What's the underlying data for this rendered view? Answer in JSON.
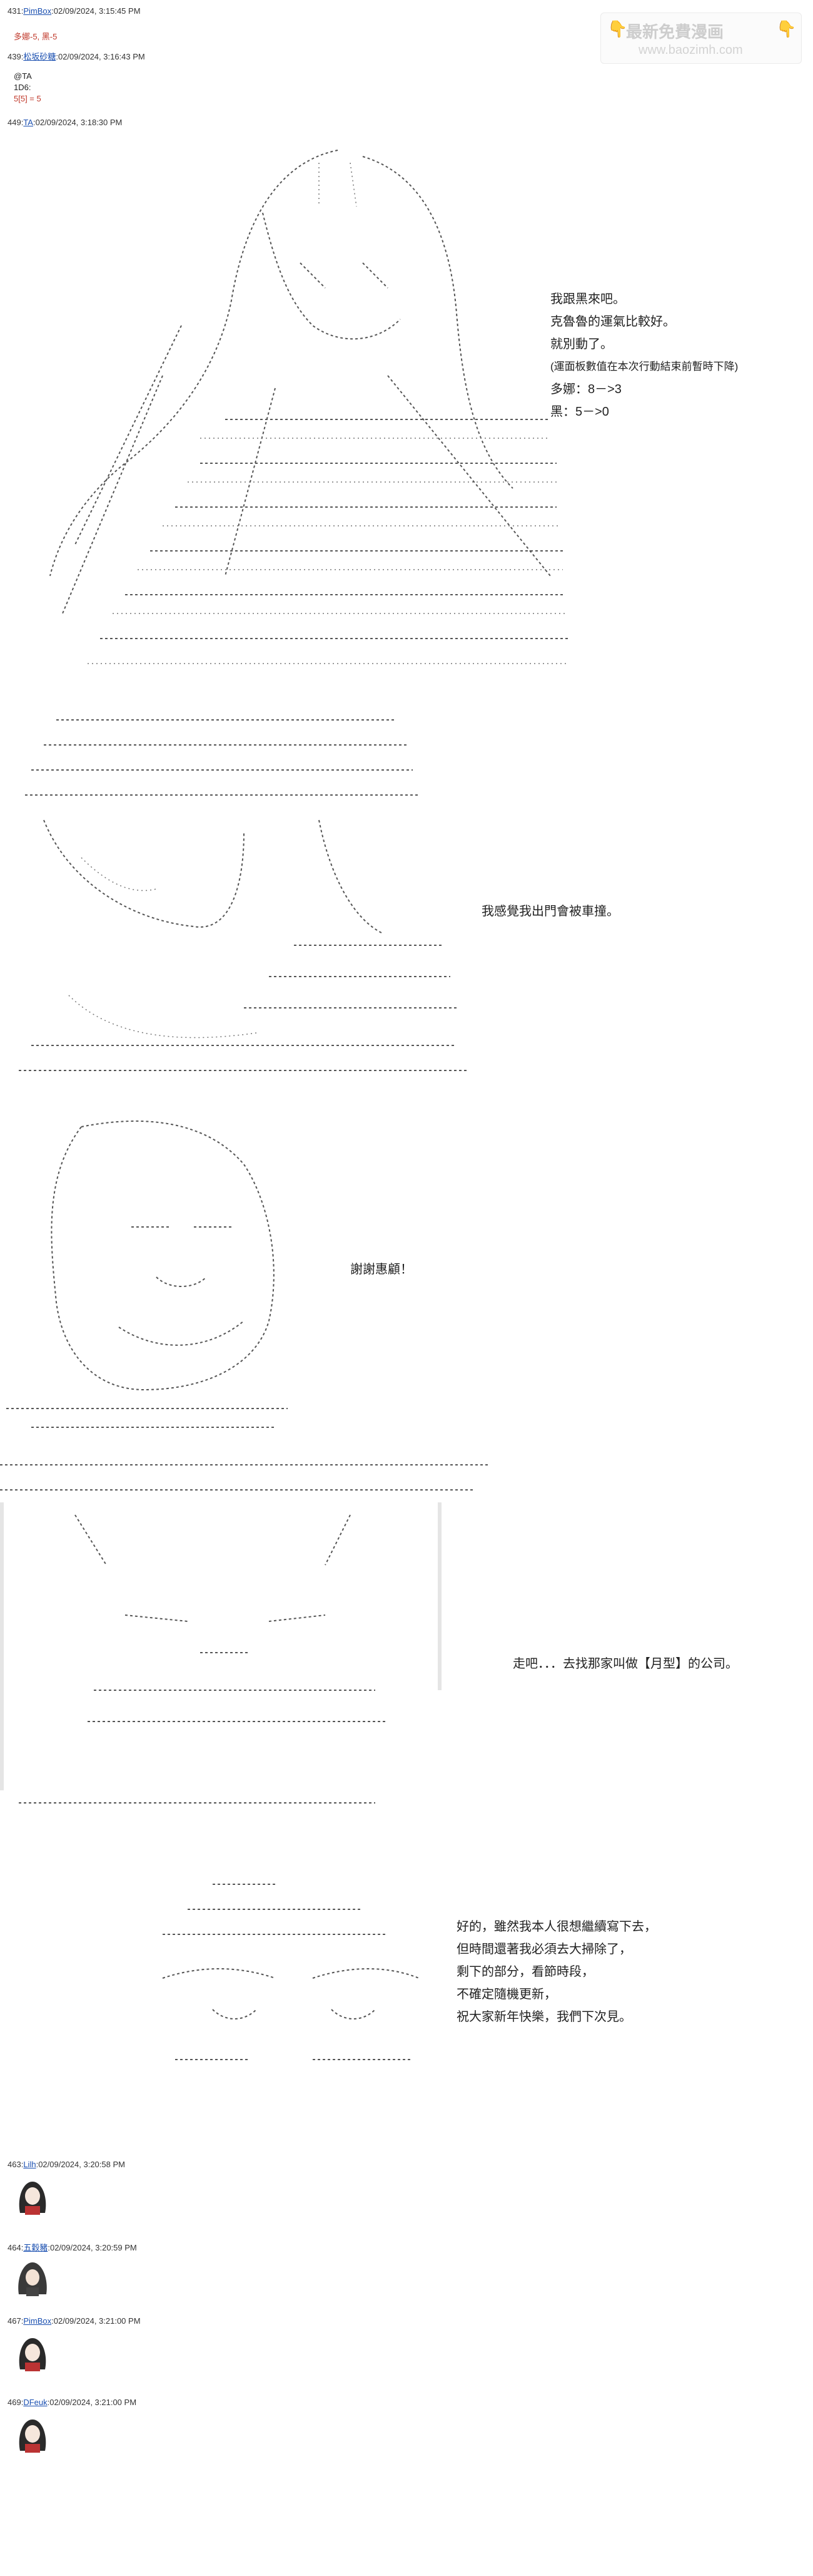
{
  "watermark": {
    "title": "最新免費漫画",
    "url": "www.baozimh.com"
  },
  "posts": [
    {
      "num": "431",
      "name": "PimBox",
      "time": "02/09/2024, 3:15:45 PM",
      "lines": [
        "多娜-5, 黑-5"
      ]
    },
    {
      "num": "439",
      "name": "松坂砂糖",
      "time": "02/09/2024, 3:16:43 PM",
      "lines": [
        "@TA",
        "1D6:",
        "5[5] = 5"
      ]
    },
    {
      "num": "449",
      "name": "TA",
      "time": "02/09/2024, 3:18:30 PM"
    },
    {
      "num": "463",
      "name": "Lilh",
      "time": "02/09/2024, 3:20:58 PM"
    },
    {
      "num": "464",
      "name": "五穀豬",
      "time": "02/09/2024, 3:20:59 PM"
    },
    {
      "num": "467",
      "name": "PimBox",
      "time": "02/09/2024, 3:21:00 PM"
    },
    {
      "num": "469",
      "name": "DFeuk",
      "time": "02/09/2024, 3:21:00 PM"
    }
  ],
  "captions": {
    "scene1": [
      "我跟黑來吧。",
      "克魯魯的運氣比較好。",
      "就別動了。",
      "(運面板數值在本次行動結束前暫時下降)",
      "多娜：8－>3",
      "黑：5－>0"
    ],
    "scene2": [
      "我感覺我出門會被車撞。"
    ],
    "scene3": [
      "謝謝惠顧！"
    ],
    "scene4": [
      "走吧．．．去找那家叫做【月型】的公司。"
    ],
    "scene5": [
      "好的，雖然我本人很想繼續寫下去，",
      "但時間還著我必須去大掃除了，",
      "剩下的部分，看節時段，",
      "不確定隨機更新，",
      "祝大家新年快樂，我們下次見。"
    ]
  },
  "colors": {
    "link": "#1a4fb0",
    "roll_red": "#c0392b",
    "art_line": "#444444"
  }
}
